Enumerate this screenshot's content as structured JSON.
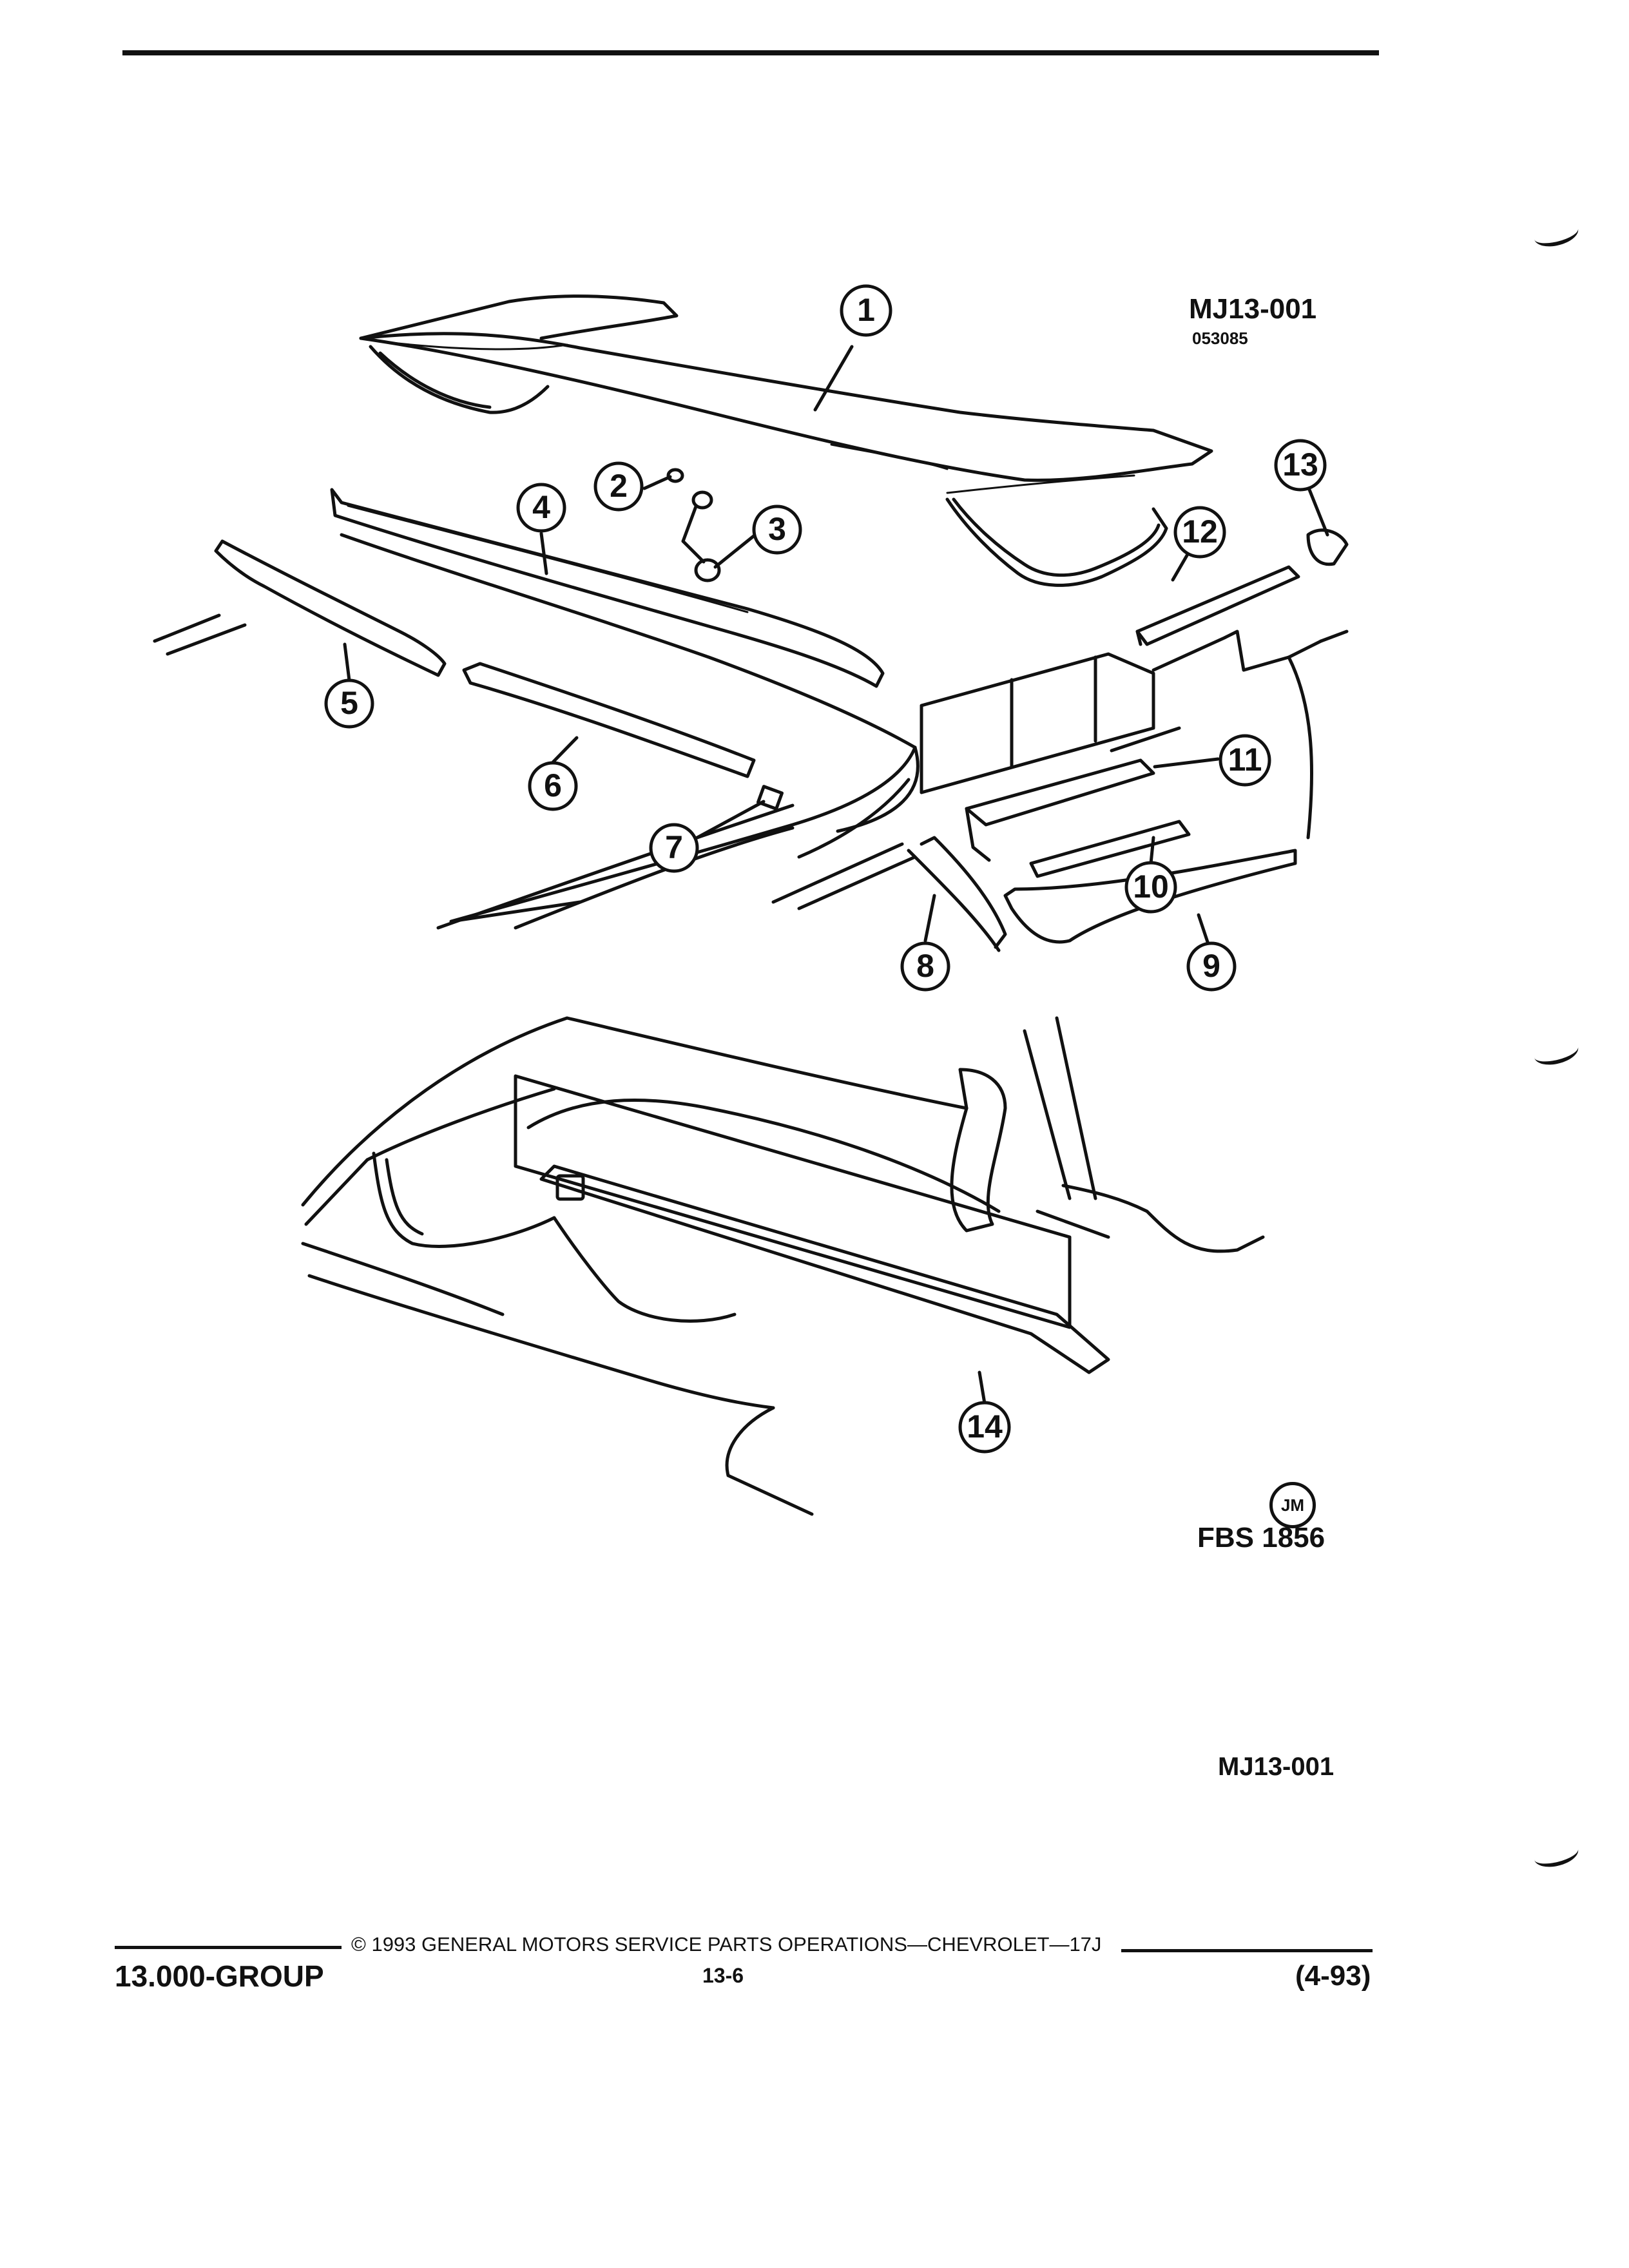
{
  "figure": {
    "id_top": "MJ13-001",
    "id_sub": "053085",
    "jm_mark": "JM",
    "fbs_ref": "FBS 1856",
    "id_bottom": "MJ13-001"
  },
  "callouts": [
    "1",
    "2",
    "3",
    "4",
    "5",
    "6",
    "7",
    "8",
    "9",
    "10",
    "11",
    "12",
    "13",
    "14"
  ],
  "footer": {
    "group": "13.000-GROUP",
    "copyright": "© 1993 GENERAL MOTORS SERVICE PARTS OPERATIONS—CHEVROLET—17J",
    "page": "13-6",
    "date": "(4-93)"
  }
}
